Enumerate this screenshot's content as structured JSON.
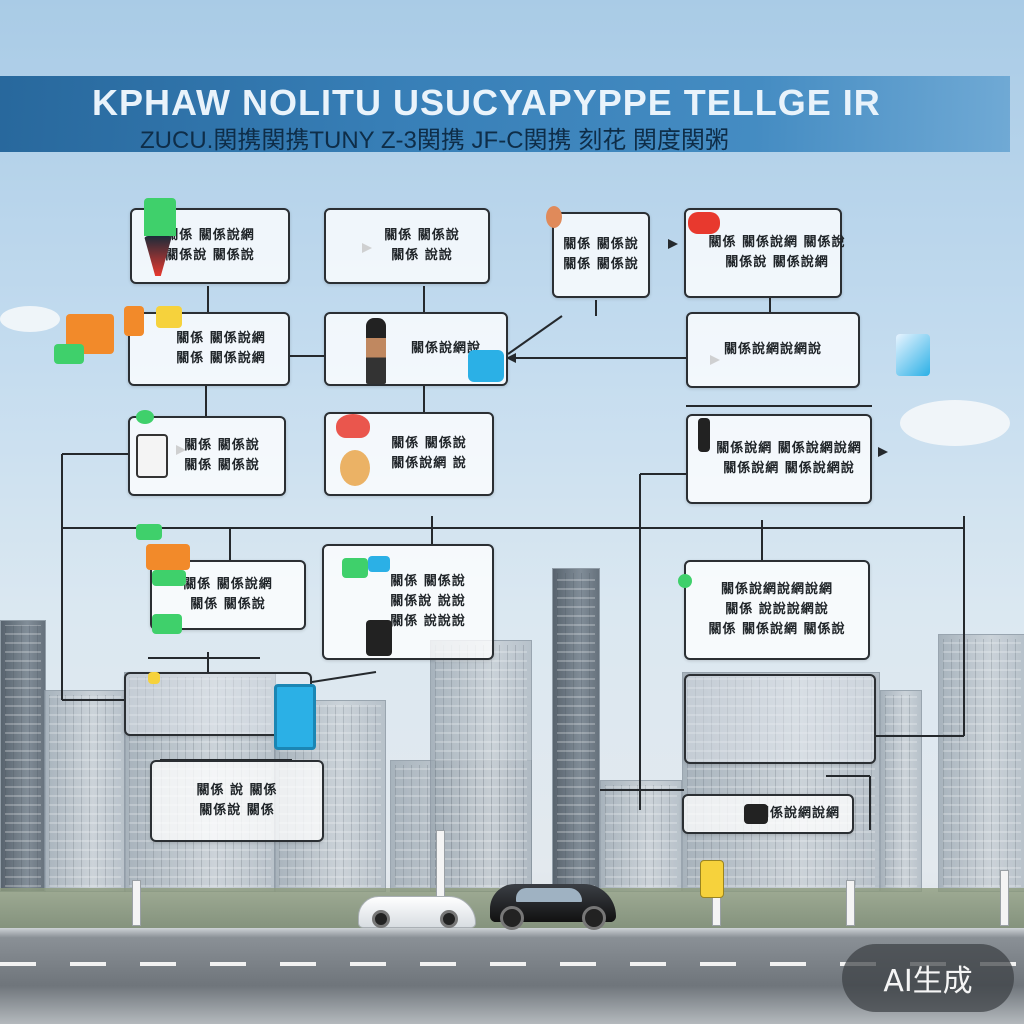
{
  "header": {
    "title": "KPHAW NOLITU USUCYAPYPPE TELLGE IR",
    "subtitle": "ZUCU.関携関携TUNY Z-3関携 JF-C関携 刻花 関度関粥"
  },
  "diagram": {
    "nodes": [
      {
        "id": "n1",
        "lines": [
          "關係 關係說網",
          "關係說 關係說"
        ]
      },
      {
        "id": "n2",
        "lines": [
          "關係 關係說",
          "關係 說說"
        ]
      },
      {
        "id": "n3",
        "lines": [
          "關係 關係說",
          "關係 關係說"
        ]
      },
      {
        "id": "n4",
        "lines": [
          "關係 關係說網 關係說",
          "關係說 關係說網"
        ]
      },
      {
        "id": "n5",
        "lines": [
          "關係 關係說網",
          "關係 關係說網"
        ]
      },
      {
        "id": "n6",
        "lines": [
          "關係說網說"
        ]
      },
      {
        "id": "n7",
        "lines": [
          "關係說網說網說"
        ]
      },
      {
        "id": "n8",
        "lines": [
          "關係 關係說",
          "關係 關係說"
        ]
      },
      {
        "id": "n9",
        "lines": [
          "關係 關係說",
          "關係說網 說"
        ]
      },
      {
        "id": "n10",
        "lines": [
          "關係說網 關係說網說網",
          "關係說網 關係說網說"
        ]
      },
      {
        "id": "n11",
        "lines": [
          "關係 關係說網",
          "關係 關係說"
        ]
      },
      {
        "id": "n12",
        "lines": [
          "關係 關係說",
          "關係說 說說",
          "關係 說說說"
        ]
      },
      {
        "id": "n13",
        "lines": [
          "關係說網說網說網",
          "關係 說說說網說",
          "關係 關係說網 關係說"
        ]
      },
      {
        "id": "n14",
        "lines": []
      },
      {
        "id": "n15",
        "lines": []
      },
      {
        "id": "n16",
        "lines": [
          "關係 說 關係",
          "關係說 關係"
        ]
      },
      {
        "id": "n17",
        "lines": [
          "關係說網說網"
        ]
      }
    ]
  },
  "badge": {
    "label": "AI生成"
  },
  "colors": {
    "banner": "#2d78b3",
    "icon_green": "#3fd06b",
    "icon_orange": "#f28a2a",
    "icon_cyan": "#2bb0e6",
    "icon_red": "#e8392e",
    "icon_yellow": "#f6d23c"
  }
}
